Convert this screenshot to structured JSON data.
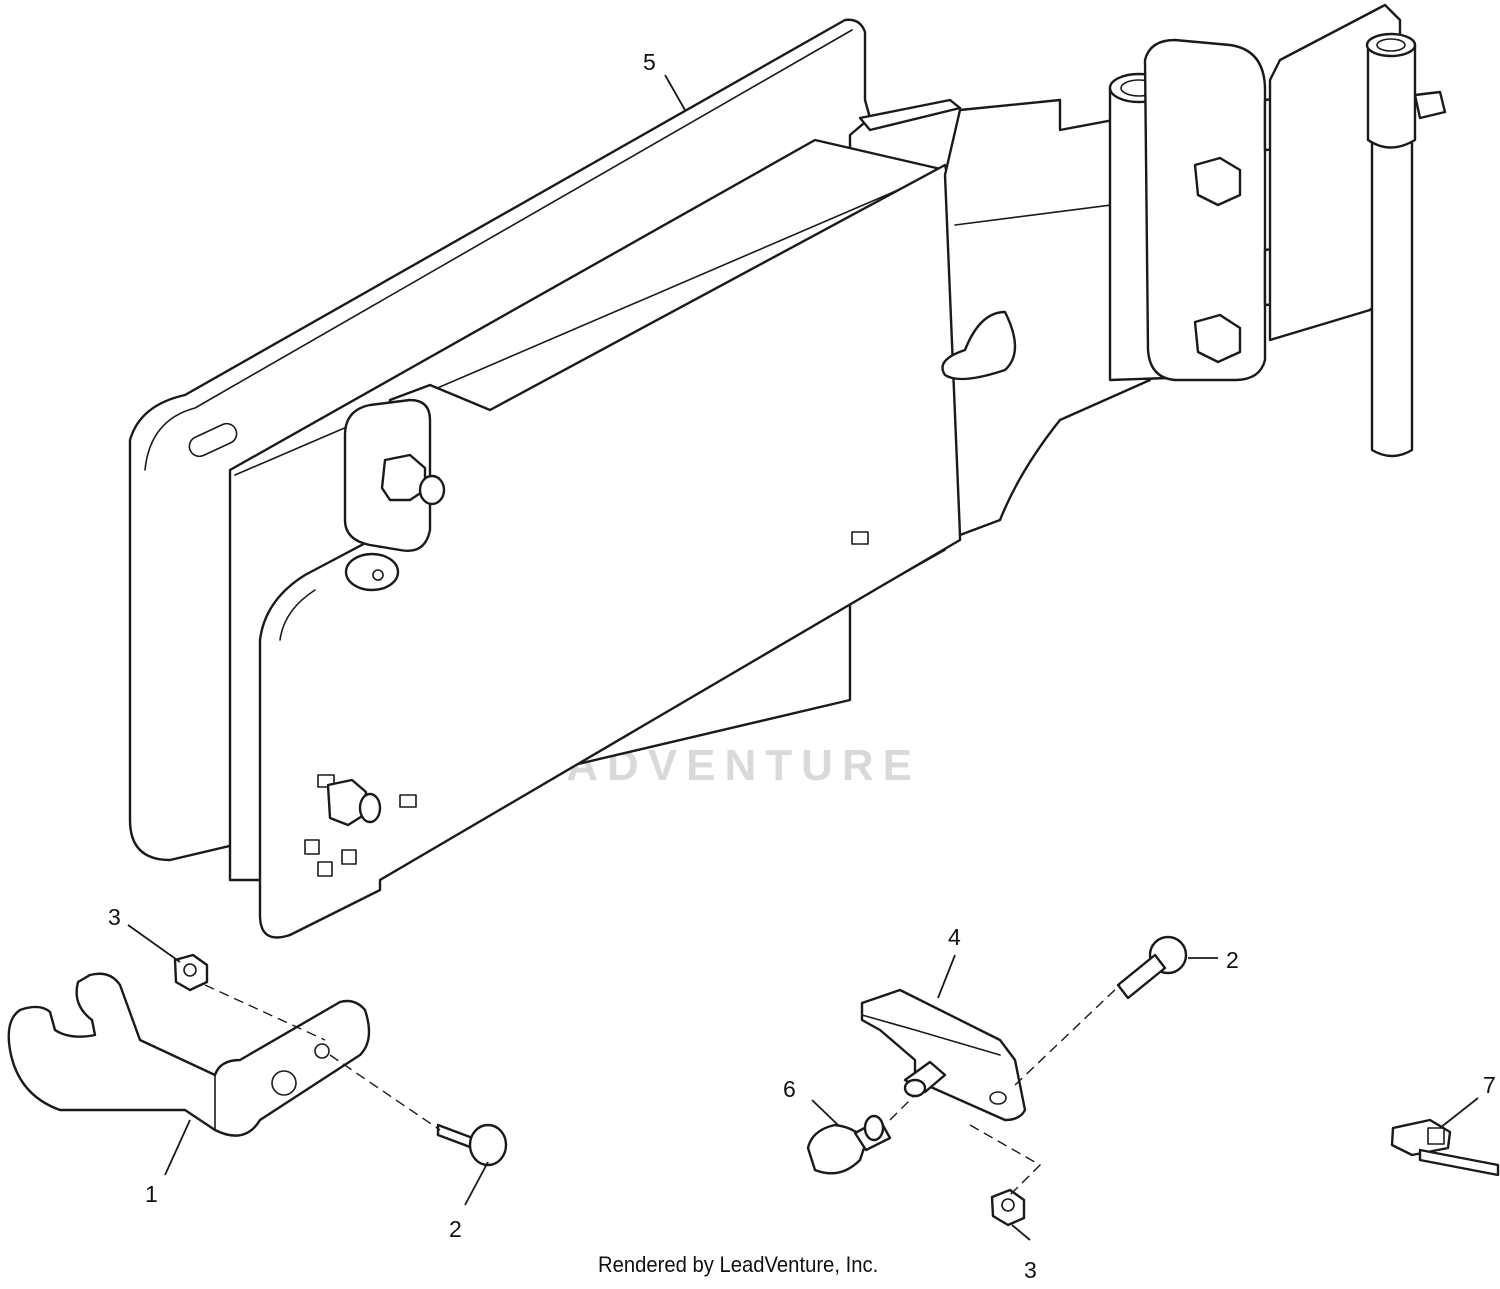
{
  "watermark": {
    "text": "LEADVENTURE",
    "color": "#d9d9d9"
  },
  "credit": "Rendered by LeadVenture, Inc.",
  "callouts": {
    "part1": "1",
    "part2_left": "2",
    "part2_right": "2",
    "part3_left": "3",
    "part3_bottom": "3",
    "part4": "4",
    "part5": "5",
    "part6": "6",
    "part7": "7"
  }
}
